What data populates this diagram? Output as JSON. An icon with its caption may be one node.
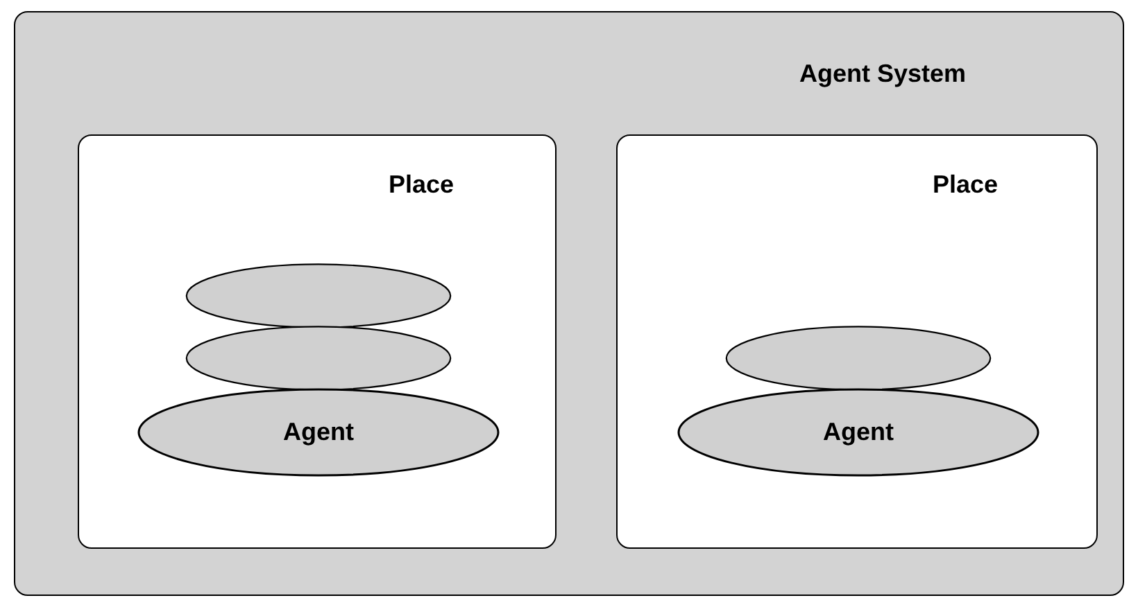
{
  "diagram": {
    "nodes": [
      {
        "text": [
          "Agent System"
        ]
      },
      {
        "text": [
          "Place"
        ],
        "in": 0
      },
      {
        "text": [],
        "shape": "ellipse",
        "in": 1
      },
      {
        "text": [],
        "shape": "ellipse",
        "in": 1
      },
      {
        "text": [
          "Agent"
        ],
        "in": 1
      },
      {
        "text": [
          "Place"
        ],
        "in": 0
      },
      {
        "text": [],
        "shape": "ellipse",
        "in": 5
      },
      {
        "text": [
          "Agent"
        ],
        "in": 5
      }
    ]
  }
}
